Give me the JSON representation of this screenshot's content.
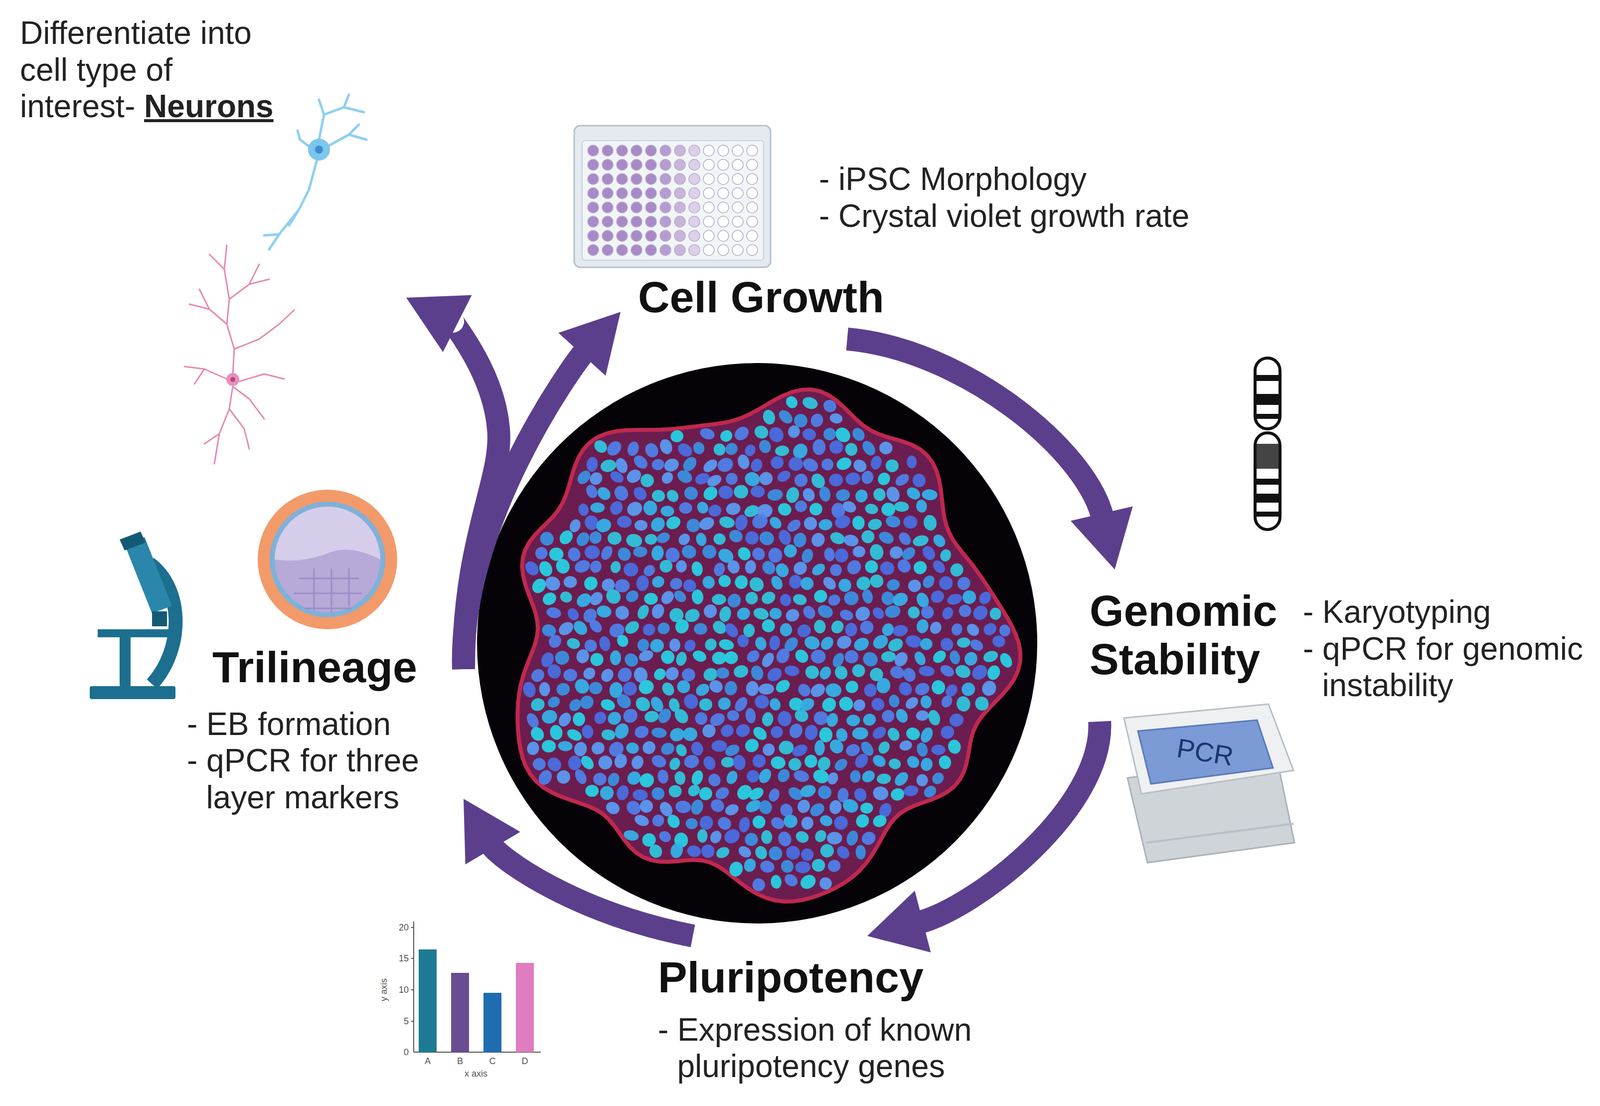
{
  "diagram": {
    "nodes": [
      {
        "text": [
          "Differentiate into cell type of interest-",
          "Neurons"
        ]
      },
      {
        "text": [
          "Cell Growth",
          "- iPSC Morphology",
          "- Crystal violet growth rate"
        ]
      },
      {
        "text": [
          "Genomic Stability",
          "- Karyotyping",
          "- qPCR for genomic instability"
        ]
      },
      {
        "text": [
          "Trilineage",
          "- EB formation",
          "- qPCR for three layer markers"
        ]
      },
      {
        "text": [
          "Pluripotency",
          "- Expression of known pluripotency genes"
        ]
      }
    ],
    "edges": [
      {
        "from": 1,
        "to": 2,
        "arrow": "to"
      },
      {
        "from": 2,
        "to": 4,
        "arrow": "to"
      },
      {
        "from": 4,
        "to": 3,
        "arrow": "to"
      },
      {
        "from": 3,
        "to": 1,
        "arrow": "to"
      },
      {
        "from": 3,
        "to": 0,
        "arrow": "to"
      }
    ],
    "labels": [
      "PCR",
      "20",
      "15",
      "10",
      "5",
      "0",
      "y axis",
      "A",
      "B",
      "C",
      "D",
      "x axis"
    ]
  }
}
